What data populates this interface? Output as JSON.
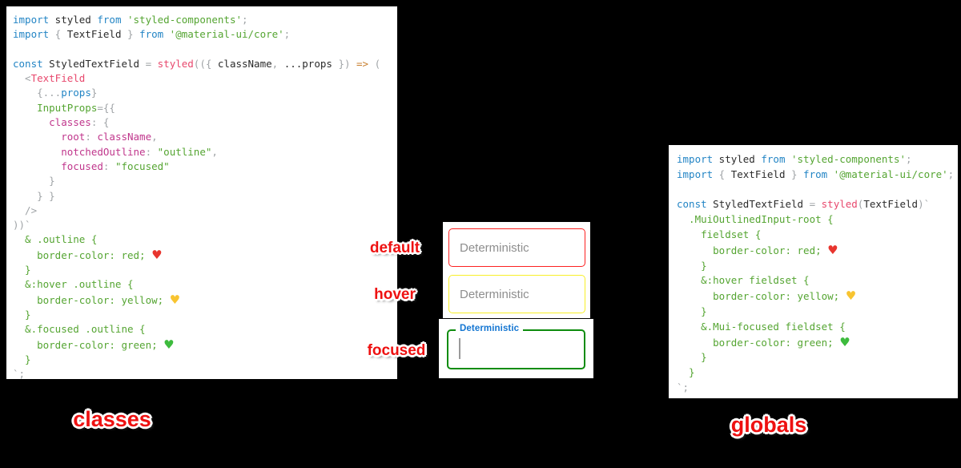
{
  "colors": {
    "field_default_border": "#fc2121",
    "field_hover_border": "#f8ef28",
    "field_focused_border": "#0d8c0d",
    "focused_label_blue": "#1476d2",
    "caption_red": "#ee1111"
  },
  "captions": {
    "default": "default",
    "hover": "hover",
    "focused": "focused",
    "left_panel": "classes",
    "right_panel": "globals"
  },
  "fields": {
    "default_placeholder": "Deterministic",
    "hover_placeholder": "Deterministic",
    "focused_label": "Deterministic"
  },
  "left_code": {
    "lines": [
      [
        [
          "kw",
          "import"
        ],
        [
          "pl",
          " styled "
        ],
        [
          "kw",
          "from"
        ],
        [
          "st",
          " 'styled-components'"
        ],
        [
          "pu",
          ";"
        ]
      ],
      [
        [
          "kw",
          "import"
        ],
        [
          "pu",
          " { "
        ],
        [
          "pl",
          "TextField"
        ],
        [
          "pu",
          " } "
        ],
        [
          "kw",
          "from"
        ],
        [
          "st",
          " '@material-ui/core'"
        ],
        [
          "pu",
          ";"
        ]
      ],
      [],
      [
        [
          "kw",
          "const"
        ],
        [
          "pl",
          " StyledTextField "
        ],
        [
          "pu",
          "= "
        ],
        [
          "tg",
          "styled"
        ],
        [
          "pu",
          "(({ "
        ],
        [
          "pl",
          "className"
        ],
        [
          "pu",
          ", "
        ],
        [
          "pl",
          "...props"
        ],
        [
          "pu",
          " }) "
        ],
        [
          "ar",
          "=>"
        ],
        [
          "pu",
          " ("
        ]
      ],
      [
        [
          "pu",
          "  <"
        ],
        [
          "tg",
          "TextField"
        ]
      ],
      [
        [
          "pu",
          "    {..."
        ],
        [
          "kw",
          "props"
        ],
        [
          "pu",
          "}"
        ]
      ],
      [
        [
          "st",
          "    InputProps"
        ],
        [
          "pu",
          "={{"
        ]
      ],
      [
        [
          "ky",
          "      classes"
        ],
        [
          "pu",
          ": {"
        ]
      ],
      [
        [
          "ky",
          "        root"
        ],
        [
          "pu",
          ": "
        ],
        [
          "ky",
          "className"
        ],
        [
          "pu",
          ","
        ]
      ],
      [
        [
          "ky",
          "        notchedOutline"
        ],
        [
          "pu",
          ": "
        ],
        [
          "st",
          "\"outline\""
        ],
        [
          "pu",
          ","
        ]
      ],
      [
        [
          "ky",
          "        focused"
        ],
        [
          "pu",
          ": "
        ],
        [
          "st",
          "\"focused\""
        ]
      ],
      [
        [
          "pu",
          "      }"
        ]
      ],
      [
        [
          "pu",
          "    } }"
        ]
      ],
      [
        [
          "pu",
          "  />"
        ]
      ],
      [
        [
          "pu",
          "))`"
        ]
      ],
      [
        [
          "st",
          "  & .outline {"
        ]
      ],
      [
        [
          "st",
          "    border-color: red; "
        ],
        [
          "hr",
          "♥"
        ]
      ],
      [
        [
          "st",
          "  }"
        ]
      ],
      [
        [
          "st",
          "  &:hover .outline {"
        ]
      ],
      [
        [
          "st",
          "    border-color: yellow; "
        ],
        [
          "hy",
          "♥"
        ]
      ],
      [
        [
          "st",
          "  }"
        ]
      ],
      [
        [
          "st",
          "  &.focused .outline {"
        ]
      ],
      [
        [
          "st",
          "    border-color: green; "
        ],
        [
          "hg",
          "♥"
        ]
      ],
      [
        [
          "st",
          "  }"
        ]
      ],
      [
        [
          "pu",
          "`;"
        ]
      ]
    ]
  },
  "right_code": {
    "lines": [
      [
        [
          "kw",
          "import"
        ],
        [
          "pl",
          " styled "
        ],
        [
          "kw",
          "from"
        ],
        [
          "st",
          " 'styled-components'"
        ],
        [
          "pu",
          ";"
        ]
      ],
      [
        [
          "kw",
          "import"
        ],
        [
          "pu",
          " { "
        ],
        [
          "pl",
          "TextField"
        ],
        [
          "pu",
          " } "
        ],
        [
          "kw",
          "from"
        ],
        [
          "st",
          " '@material-ui/core'"
        ],
        [
          "pu",
          ";"
        ]
      ],
      [],
      [
        [
          "kw",
          "const"
        ],
        [
          "pl",
          " StyledTextField "
        ],
        [
          "pu",
          "= "
        ],
        [
          "tg",
          "styled"
        ],
        [
          "pu",
          "("
        ],
        [
          "pl",
          "TextField"
        ],
        [
          "pu",
          ")`"
        ]
      ],
      [
        [
          "st",
          "  .MuiOutlinedInput-root {"
        ]
      ],
      [
        [
          "st",
          "    fieldset {"
        ]
      ],
      [
        [
          "st",
          "      border-color: red; "
        ],
        [
          "hr",
          "♥"
        ]
      ],
      [
        [
          "st",
          "    }"
        ]
      ],
      [
        [
          "st",
          "    &:hover fieldset {"
        ]
      ],
      [
        [
          "st",
          "      border-color: yellow; "
        ],
        [
          "hy",
          "♥"
        ]
      ],
      [
        [
          "st",
          "    }"
        ]
      ],
      [
        [
          "st",
          "    &.Mui-focused fieldset {"
        ]
      ],
      [
        [
          "st",
          "      border-color: green; "
        ],
        [
          "hg",
          "♥"
        ]
      ],
      [
        [
          "st",
          "    }"
        ]
      ],
      [
        [
          "st",
          "  }"
        ]
      ],
      [
        [
          "pu",
          "`;"
        ]
      ]
    ]
  }
}
